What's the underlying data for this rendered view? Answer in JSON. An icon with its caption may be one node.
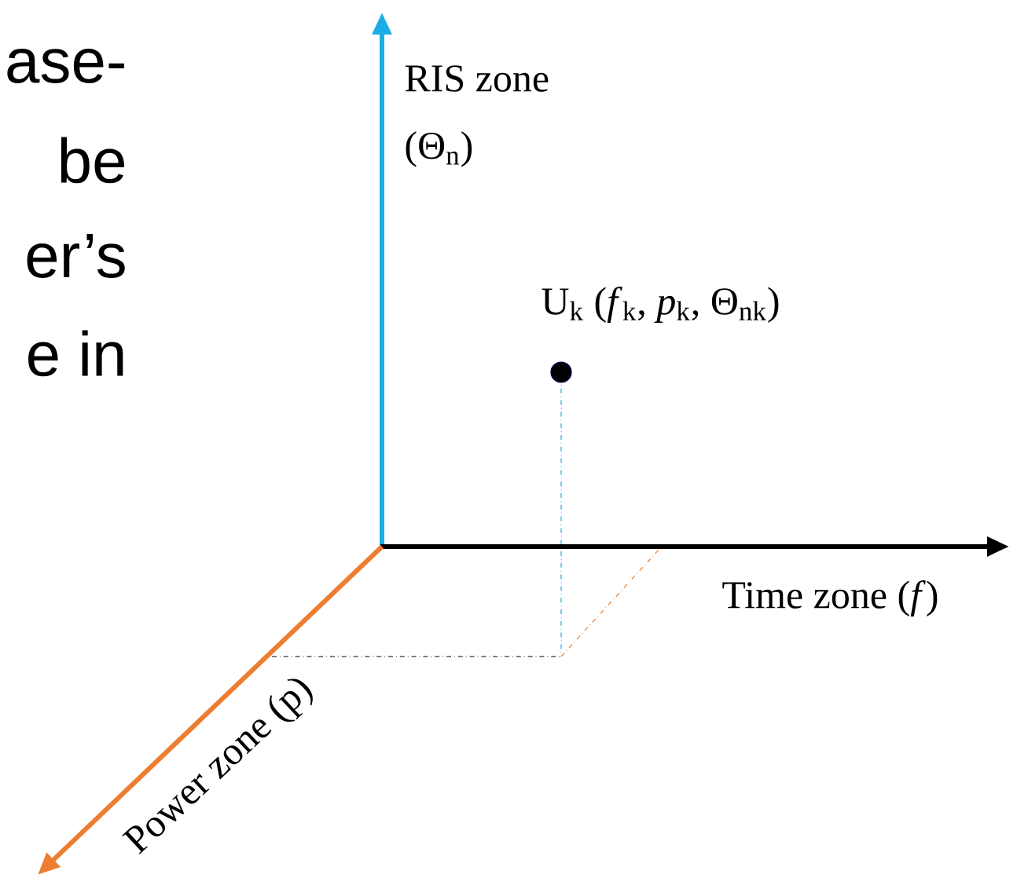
{
  "diagram": {
    "labels": [
      "ase-",
      "be",
      "er’s",
      "e in",
      "RIS zone",
      "(Θ$_{n}$)",
      "U$_{k}$ (*f*$_{k}$, *p*$_{k}$, Θ$_{nk}$)",
      "Time zone (*f*)",
      "Power zone (p)"
    ]
  }
}
